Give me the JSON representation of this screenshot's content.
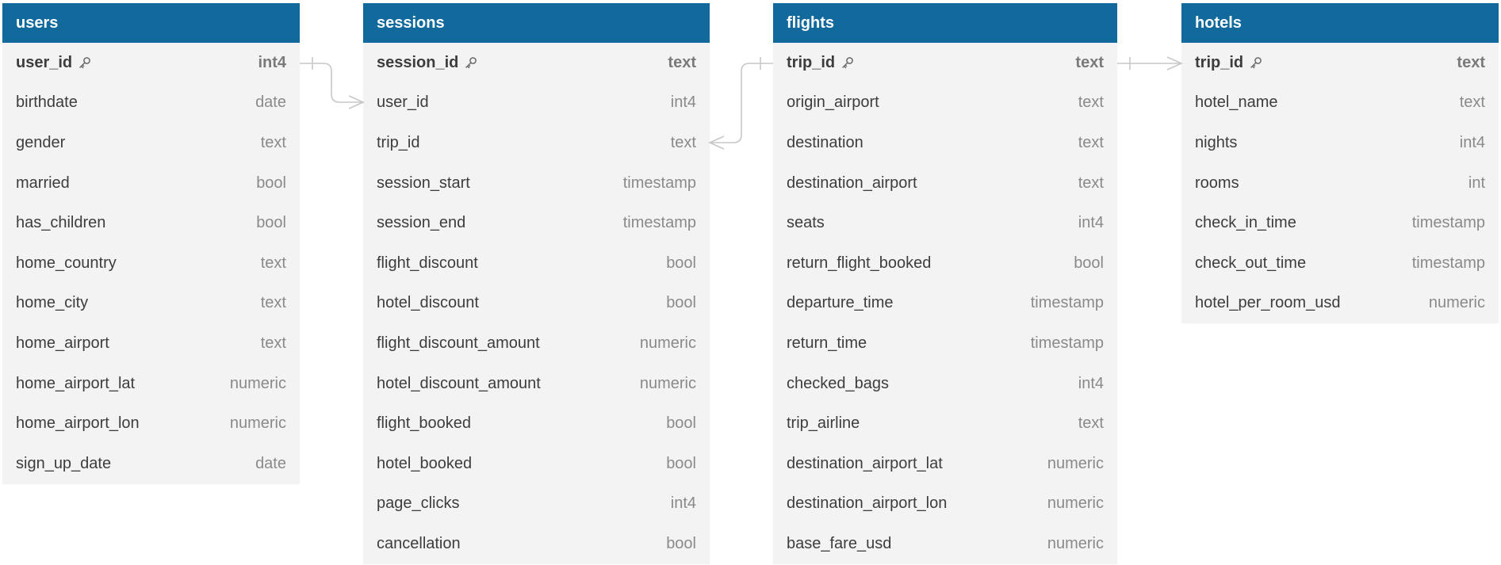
{
  "colors": {
    "header_bg": "#11699c",
    "header_text": "#ffffff",
    "table_bg": "#f3f3f3",
    "column_name": "#3d3d3d",
    "column_type": "#8a8a8a",
    "relationship_line": "#c7c7c7"
  },
  "tables": [
    {
      "name": "users",
      "columns": [
        {
          "name": "user_id",
          "type": "int4",
          "pk": true
        },
        {
          "name": "birthdate",
          "type": "date"
        },
        {
          "name": "gender",
          "type": "text"
        },
        {
          "name": "married",
          "type": "bool"
        },
        {
          "name": "has_children",
          "type": "bool"
        },
        {
          "name": "home_country",
          "type": "text"
        },
        {
          "name": "home_city",
          "type": "text"
        },
        {
          "name": "home_airport",
          "type": "text"
        },
        {
          "name": "home_airport_lat",
          "type": "numeric"
        },
        {
          "name": "home_airport_lon",
          "type": "numeric"
        },
        {
          "name": "sign_up_date",
          "type": "date"
        }
      ]
    },
    {
      "name": "sessions",
      "columns": [
        {
          "name": "session_id",
          "type": "text",
          "pk": true
        },
        {
          "name": "user_id",
          "type": "int4"
        },
        {
          "name": "trip_id",
          "type": "text"
        },
        {
          "name": "session_start",
          "type": "timestamp"
        },
        {
          "name": "session_end",
          "type": "timestamp"
        },
        {
          "name": "flight_discount",
          "type": "bool"
        },
        {
          "name": "hotel_discount",
          "type": "bool"
        },
        {
          "name": "flight_discount_amount",
          "type": "numeric"
        },
        {
          "name": "hotel_discount_amount",
          "type": "numeric"
        },
        {
          "name": "flight_booked",
          "type": "bool"
        },
        {
          "name": "hotel_booked",
          "type": "bool"
        },
        {
          "name": "page_clicks",
          "type": "int4"
        },
        {
          "name": "cancellation",
          "type": "bool"
        }
      ]
    },
    {
      "name": "flights",
      "columns": [
        {
          "name": "trip_id",
          "type": "text",
          "pk": true
        },
        {
          "name": "origin_airport",
          "type": "text"
        },
        {
          "name": "destination",
          "type": "text"
        },
        {
          "name": "destination_airport",
          "type": "text"
        },
        {
          "name": "seats",
          "type": "int4"
        },
        {
          "name": "return_flight_booked",
          "type": "bool"
        },
        {
          "name": "departure_time",
          "type": "timestamp"
        },
        {
          "name": "return_time",
          "type": "timestamp"
        },
        {
          "name": "checked_bags",
          "type": "int4"
        },
        {
          "name": "trip_airline",
          "type": "text"
        },
        {
          "name": "destination_airport_lat",
          "type": "numeric"
        },
        {
          "name": "destination_airport_lon",
          "type": "numeric"
        },
        {
          "name": "base_fare_usd",
          "type": "numeric"
        }
      ]
    },
    {
      "name": "hotels",
      "columns": [
        {
          "name": "trip_id",
          "type": "text",
          "pk": true
        },
        {
          "name": "hotel_name",
          "type": "text"
        },
        {
          "name": "nights",
          "type": "int4"
        },
        {
          "name": "rooms",
          "type": "int"
        },
        {
          "name": "check_in_time",
          "type": "timestamp"
        },
        {
          "name": "check_out_time",
          "type": "timestamp"
        },
        {
          "name": "hotel_per_room_usd",
          "type": "numeric"
        }
      ]
    }
  ],
  "relationships": [
    {
      "from": "users.user_id",
      "to": "sessions.user_id",
      "cardinality": "one-to-many"
    },
    {
      "from": "flights.trip_id",
      "to": "sessions.trip_id",
      "cardinality": "one-to-many"
    },
    {
      "from": "flights.trip_id",
      "to": "hotels.trip_id",
      "cardinality": "one-to-many"
    }
  ]
}
